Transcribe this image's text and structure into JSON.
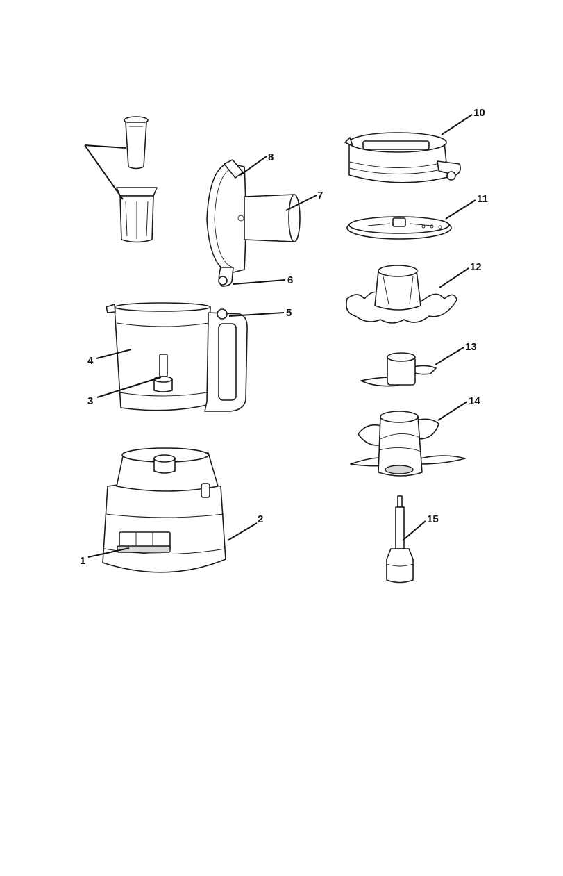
{
  "callouts": [
    "1",
    "2",
    "3",
    "4",
    "5",
    "6",
    "7",
    "8",
    "10",
    "11",
    "12",
    "13",
    "14",
    "15"
  ]
}
